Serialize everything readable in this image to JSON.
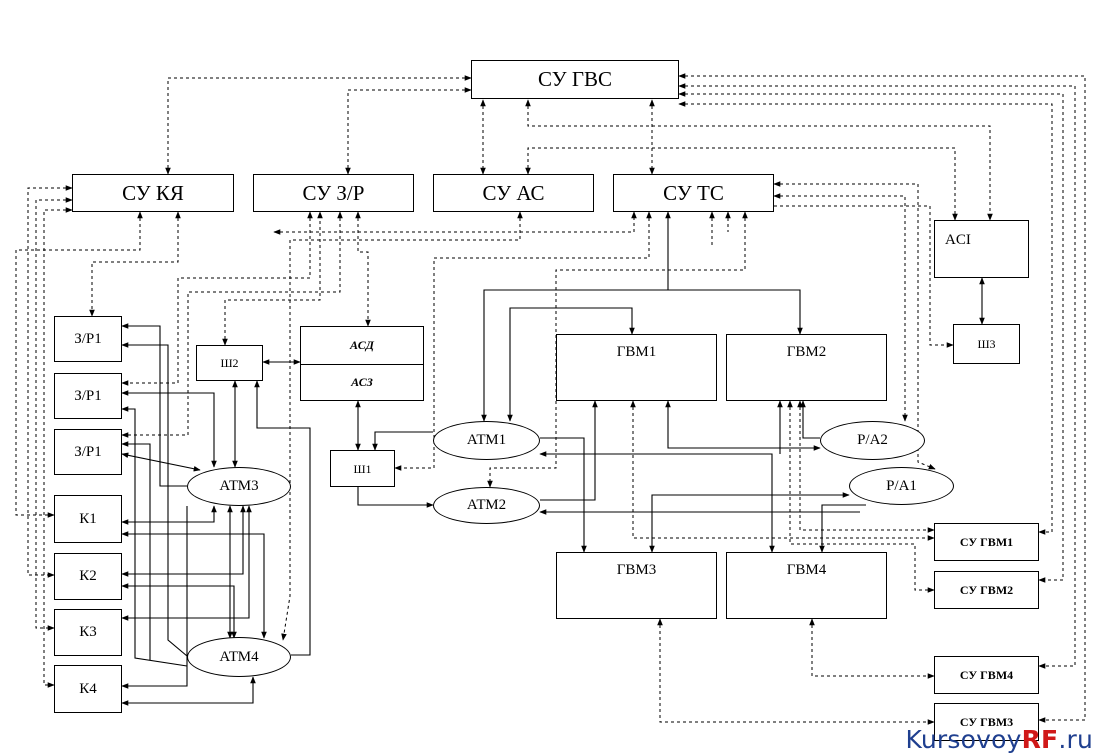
{
  "diagram": {
    "blocks": {
      "su_gvs": "СУ ГВС",
      "su_kya": "СУ КЯ",
      "su_zr": "СУ З/Р",
      "su_as": "СУ АС",
      "su_ts": "СУ ТС",
      "aci": "ACI",
      "sh3": "Ш3",
      "zr1_a": "З/Р1",
      "zr1_b": "З/Р1",
      "zr1_c": "З/Р1",
      "k1": "К1",
      "k2": "К2",
      "k3": "К3",
      "k4": "К4",
      "sh2": "Ш2",
      "asd": "АСД",
      "asz": "АСЗ",
      "sh1": "Ш1",
      "gvm1": "ГВМ1",
      "gvm2": "ГВМ2",
      "gvm3": "ГВМ3",
      "gvm4": "ГВМ4",
      "su_gvm1": "СУ ГВМ1",
      "su_gvm2": "СУ ГВМ2",
      "su_gvm4": "СУ ГВМ4",
      "su_gvm3": "СУ ГВМ3"
    },
    "ellipses": {
      "atm1": "АТМ1",
      "atm2": "АТМ2",
      "atm3": "АТМ3",
      "atm4": "АТМ4",
      "ra1": "Р/А1",
      "ra2": "Р/А2"
    }
  },
  "watermark": {
    "part1": "Kursovoy",
    "part2": "RF",
    "part3": ".ru"
  }
}
